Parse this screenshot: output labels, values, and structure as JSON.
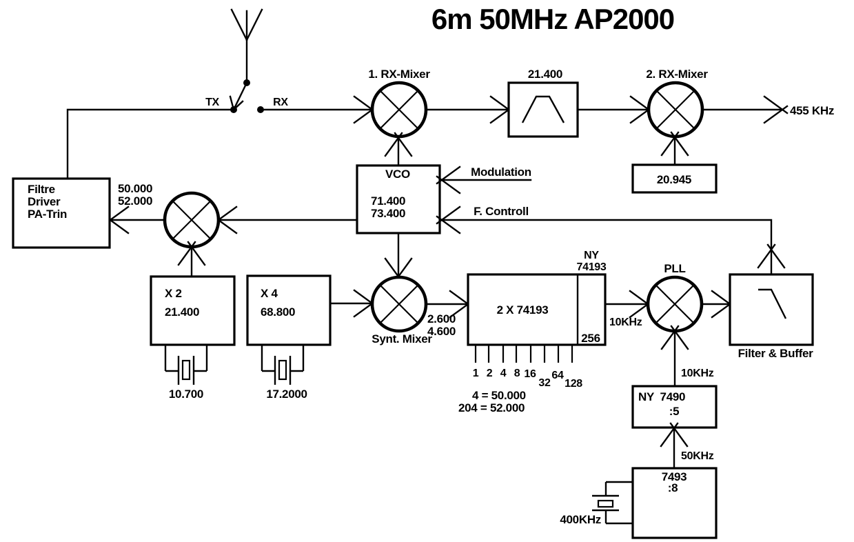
{
  "title": "6m 50MHz AP2000",
  "colors": {
    "ink": "#000000",
    "paper": "#ffffff"
  },
  "switch": {
    "tx": "TX",
    "rx": "RX"
  },
  "rx": {
    "mixer1": "1. RX-Mixer",
    "if_filter": "21.400",
    "mixer2": "2. RX-Mixer",
    "out": "455 KHz",
    "lo2": "20.945"
  },
  "vco": {
    "name": "VCO",
    "f_low": "71.400",
    "f_high": "73.400",
    "modulation": "Modulation",
    "control": "F. Controll"
  },
  "tx": {
    "pa1": "Filtre",
    "pa2": "Driver",
    "pa3": "PA-Trin",
    "f_low": "50.000",
    "f_high": "52.000"
  },
  "mult": {
    "x2_name": "X 2",
    "x2_freq": "21.400",
    "x2_xtal": "10.700",
    "x4_name": "X 4",
    "x4_freq": "68.800",
    "x4_xtal": "17.2000"
  },
  "synth": {
    "mixer": "Synt. Mixer",
    "f_low": "2.600",
    "f_high": "4.600",
    "chip": "2 X 74193",
    "chip_note1": "NY",
    "chip_note2": "74193",
    "count_max": "256",
    "pins": [
      "1",
      "2",
      "4",
      "8",
      "16",
      "32",
      "64",
      "128"
    ],
    "ex1": "4 = 50.000",
    "ex2": "204 = 52.000",
    "out": "10KHz"
  },
  "pll": {
    "name": "PLL",
    "filter": "Filter & Buffer",
    "ref1": "10KHz",
    "div5_name": "NY  7490",
    "div5_ratio": ":5",
    "ref2": "50KHz",
    "div8_name": "7493",
    "div8_ratio": ":8",
    "xtal": "400KHz"
  }
}
